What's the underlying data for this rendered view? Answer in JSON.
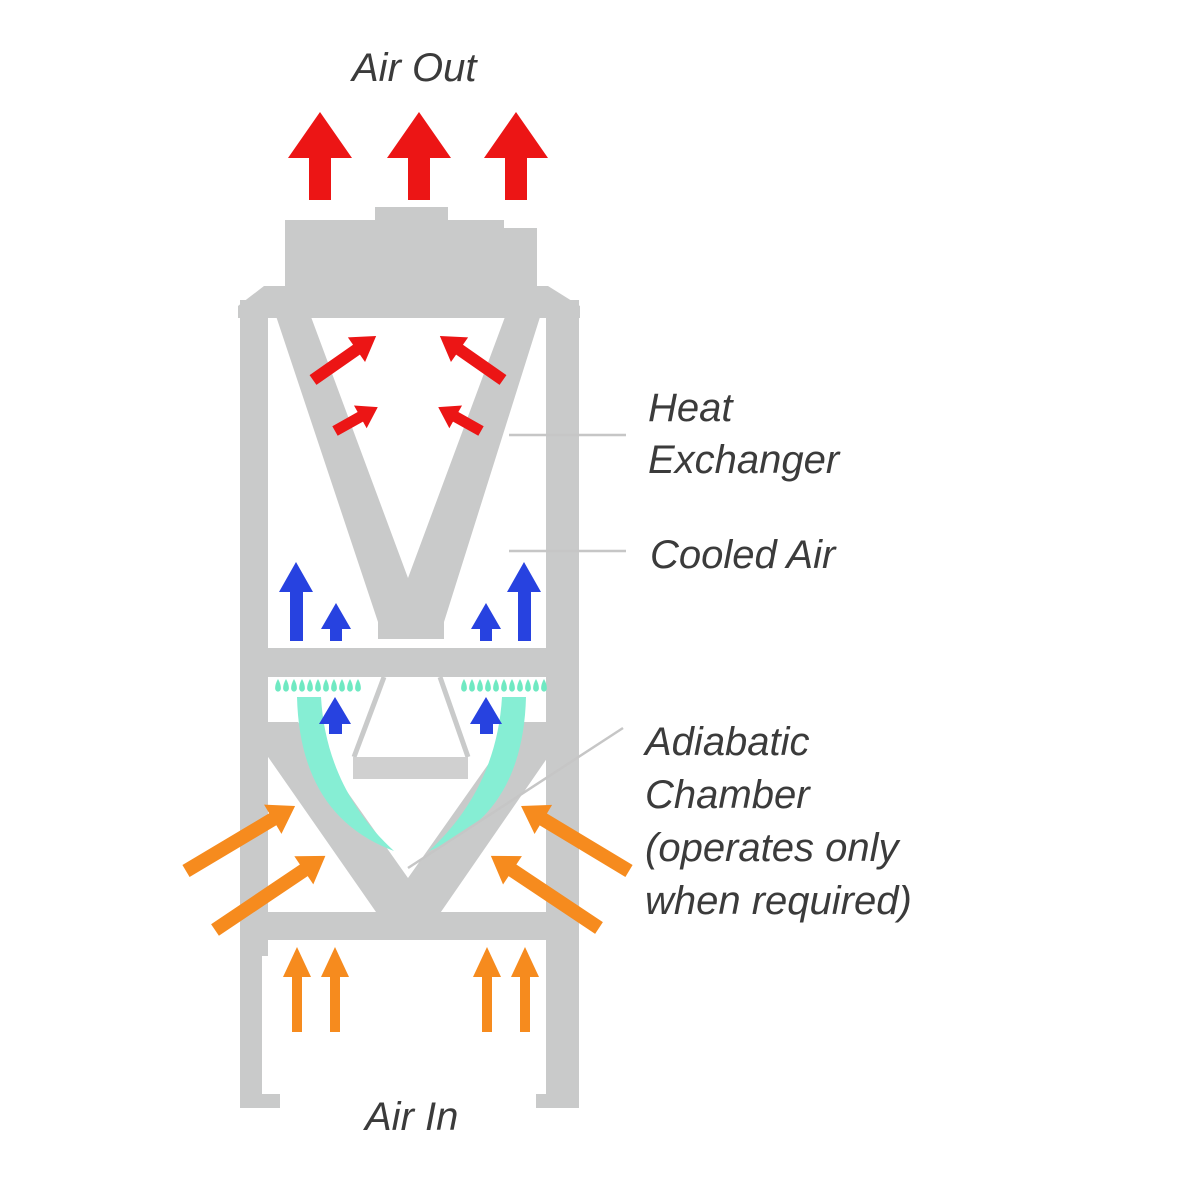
{
  "labels": {
    "air_out": "Air Out",
    "air_in": "Air In",
    "heat_exchanger": [
      "Heat",
      "Exchanger"
    ],
    "cooled_air": "Cooled Air",
    "adiabatic_chamber": [
      "Adiabatic",
      "Chamber",
      "(operates only",
      "when required)"
    ]
  },
  "colors": {
    "structure": "#c9caca",
    "basin": "#d0d0d0",
    "hot_red": "#ec1515",
    "warm_orange": "#f68b1e",
    "cool_blue": "#2742e0",
    "droplet_teal": "#6fe9c2",
    "mist_teal": "#86eed4",
    "leader_gray": "#c6c6c6",
    "label_text": "#3b3b3b",
    "background": "#ffffff"
  }
}
